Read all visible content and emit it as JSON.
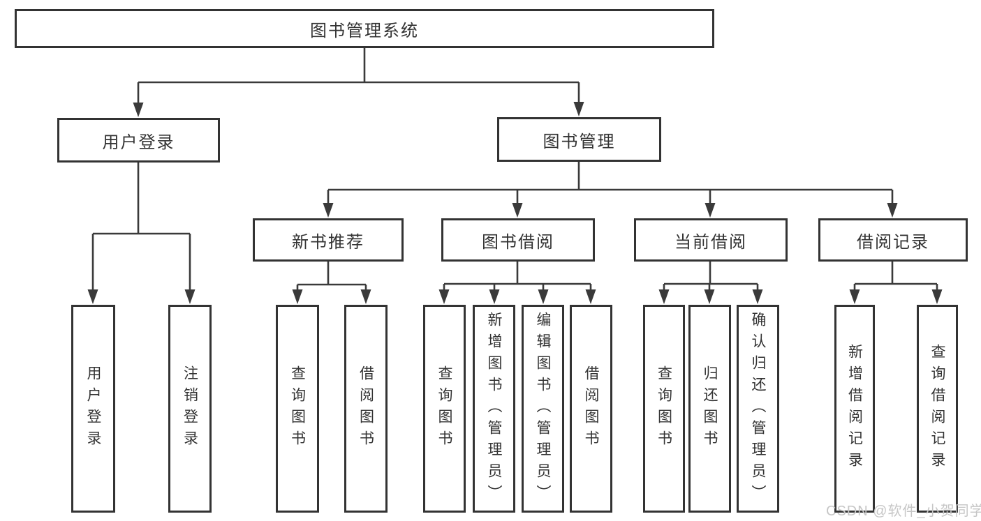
{
  "diagram": {
    "title": "图书管理系统",
    "root": {
      "label": "图书管理系统",
      "children": [
        {
          "label": "用户登录",
          "children": [
            {
              "label": "用户登录"
            },
            {
              "label": "注销登录"
            }
          ]
        },
        {
          "label": "图书管理",
          "children": [
            {
              "label": "新书推荐",
              "children": [
                {
                  "label": "查询图书"
                },
                {
                  "label": "借阅图书"
                }
              ]
            },
            {
              "label": "图书借阅",
              "children": [
                {
                  "label": "查询图书"
                },
                {
                  "label": "新增图书（管理员）"
                },
                {
                  "label": "编辑图书（管理员）"
                },
                {
                  "label": "借阅图书"
                }
              ]
            },
            {
              "label": "当前借阅",
              "children": [
                {
                  "label": "查询图书"
                },
                {
                  "label": "归还图书"
                },
                {
                  "label": "确认归还（管理员）"
                }
              ]
            },
            {
              "label": "借阅记录",
              "children": [
                {
                  "label": "新增借阅记录"
                },
                {
                  "label": "查询借阅记录"
                }
              ]
            }
          ]
        }
      ]
    }
  },
  "watermark": {
    "text": "CSDN @软件_小贺同学"
  },
  "colors": {
    "box_border": "#333333",
    "connector": "#3a3a3a",
    "background": "#ffffff",
    "watermark": "#c6c6c6"
  }
}
